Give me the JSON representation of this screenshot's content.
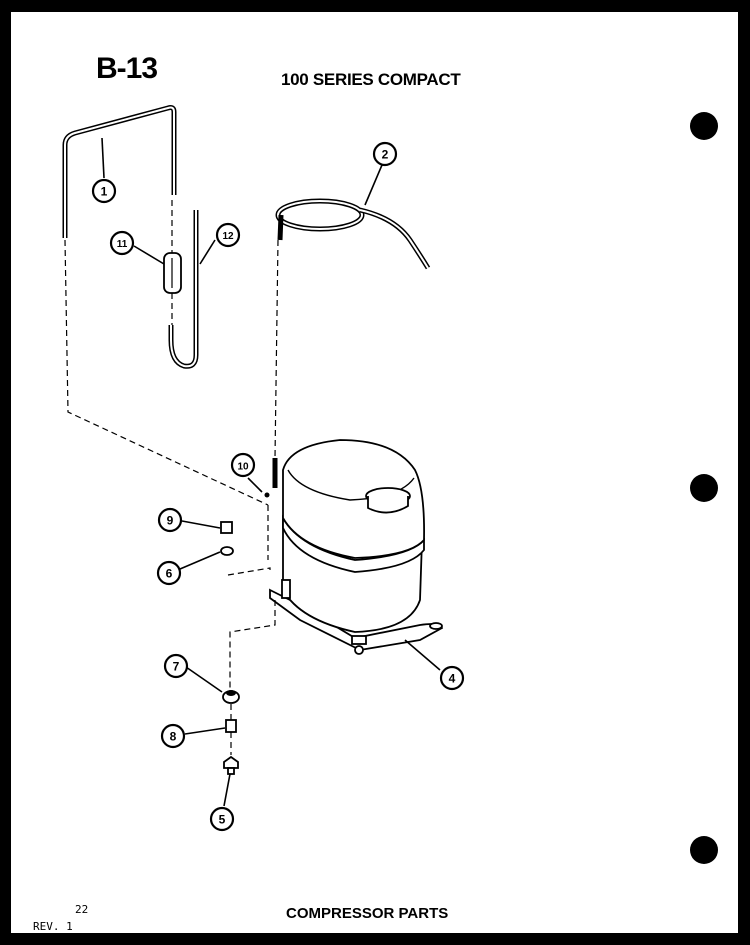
{
  "header": {
    "sheet_code": "B-13",
    "title": "100 SERIES COMPACT"
  },
  "footer": {
    "page_number": "22",
    "revision": "REV. 1",
    "title": "COMPRESSOR PARTS"
  },
  "callouts": [
    "1",
    "2",
    "4",
    "5",
    "6",
    "7",
    "8",
    "9",
    "10",
    "11",
    "12"
  ],
  "colors": {
    "background": "#ffffff",
    "ink": "#000000",
    "border": "#000000"
  }
}
